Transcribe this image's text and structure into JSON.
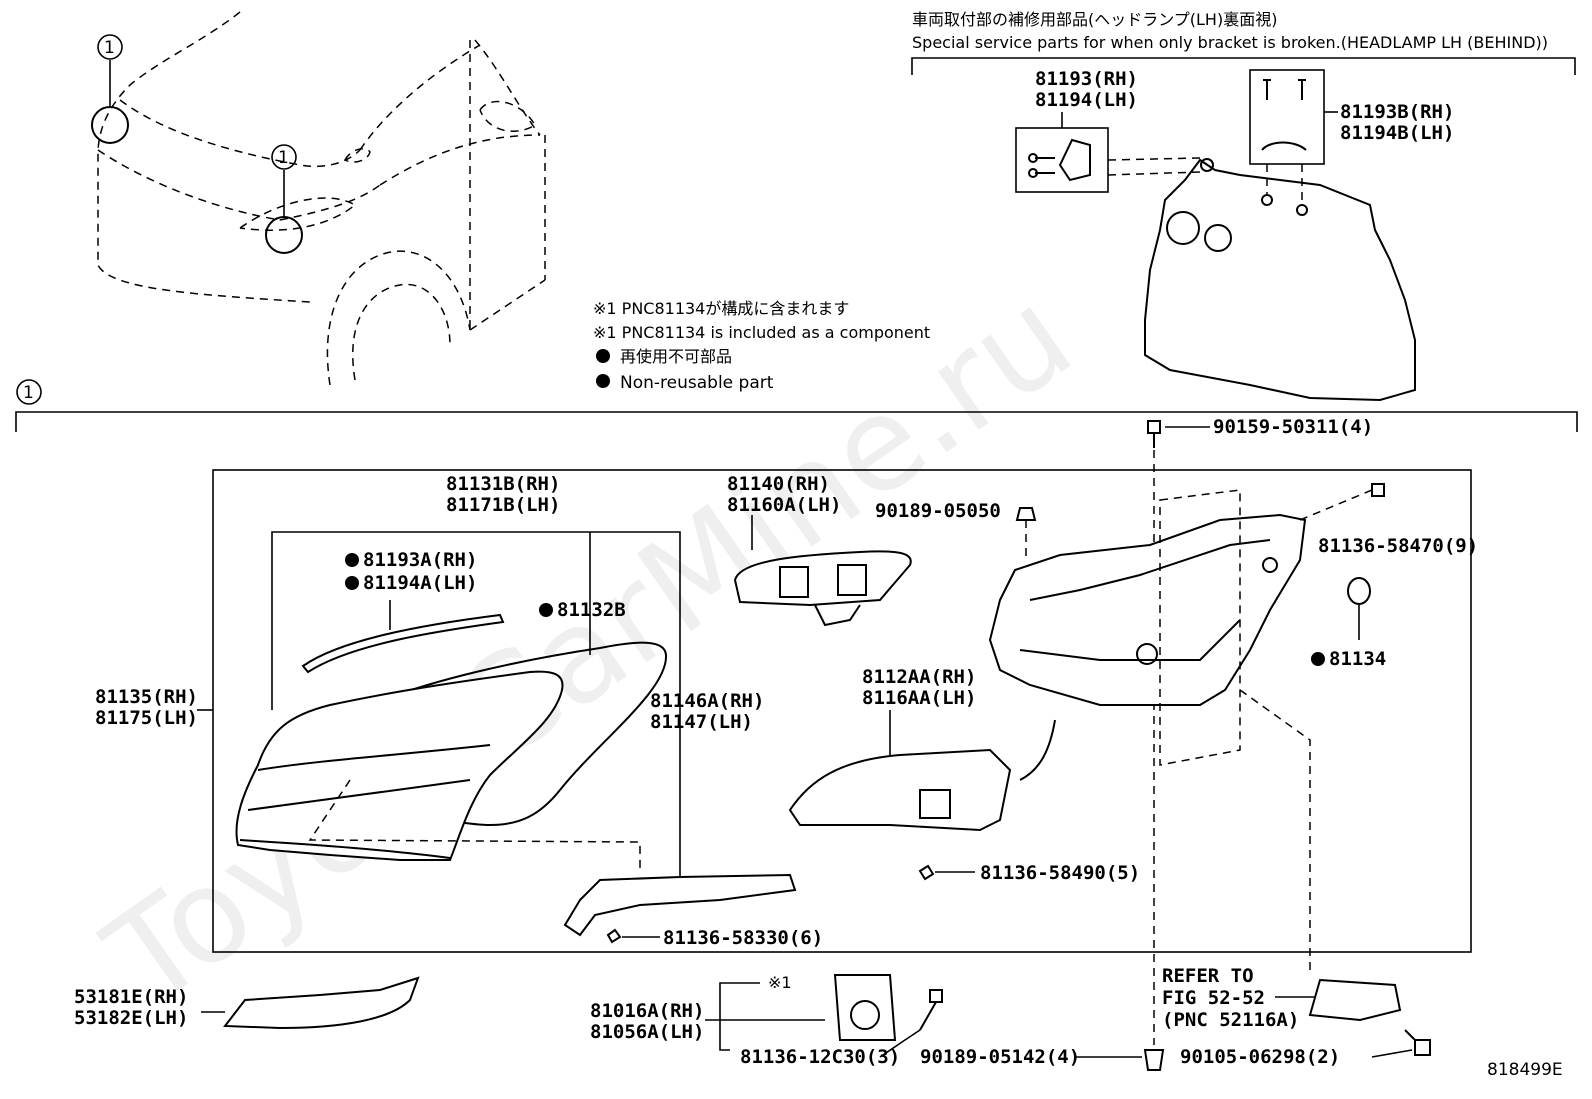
{
  "watermark": "ToyotaCarMine.ru",
  "figure_id": "818499E",
  "ref_marker": "1",
  "notes": {
    "jp_pnc": "※1 PNC81134が構成に含まれます",
    "en_pnc": "※1 PNC81134 is included as a component",
    "jp_nonreuse": "再使用不可部品",
    "en_nonreuse": "Non-reusable part"
  },
  "service_parts": {
    "title_jp": "車両取付部の補修用部品(ヘッドランプ(LH)裏面視)",
    "title_en": "Special service parts for when only bracket is broken.(HEADLAMP LH (BEHIND))",
    "bracket_a": [
      "81193(RH)",
      "81194(LH)"
    ],
    "bracket_b": [
      "81193B(RH)",
      "81194B(LH)"
    ]
  },
  "parts": {
    "p81131": [
      "81131B(RH)",
      "81171B(LH)"
    ],
    "p81193a": [
      "81193A(RH)",
      "81194A(LH)"
    ],
    "p81132": "81132B",
    "p81135": [
      "81135(RH)",
      "81175(LH)"
    ],
    "p81146": [
      "81146A(RH)",
      "81147(LH)"
    ],
    "p81140": [
      "81140(RH)",
      "81160A(LH)"
    ],
    "p8112": [
      "8112AA(RH)",
      "8116AA(LH)"
    ],
    "p90189a": "90189-05050",
    "p90159": "90159-50311(4)",
    "p81136_470": "81136-58470(9)",
    "p81134": "81134",
    "p81136_490": "81136-58490(5)",
    "p81136_330": "81136-58330(6)",
    "p53181": [
      "53181E(RH)",
      "53182E(LH)"
    ],
    "p81016": [
      "81016A(RH)",
      "81056A(LH)"
    ],
    "p81016_mark": "※1",
    "p81136_12c": "81136-12C30(3)",
    "p90189b": "90189-05142(4)",
    "refer": [
      "REFER TO",
      "FIG 52-52",
      "(PNC 52116A)"
    ],
    "p90105": "90105-06298(2)"
  }
}
